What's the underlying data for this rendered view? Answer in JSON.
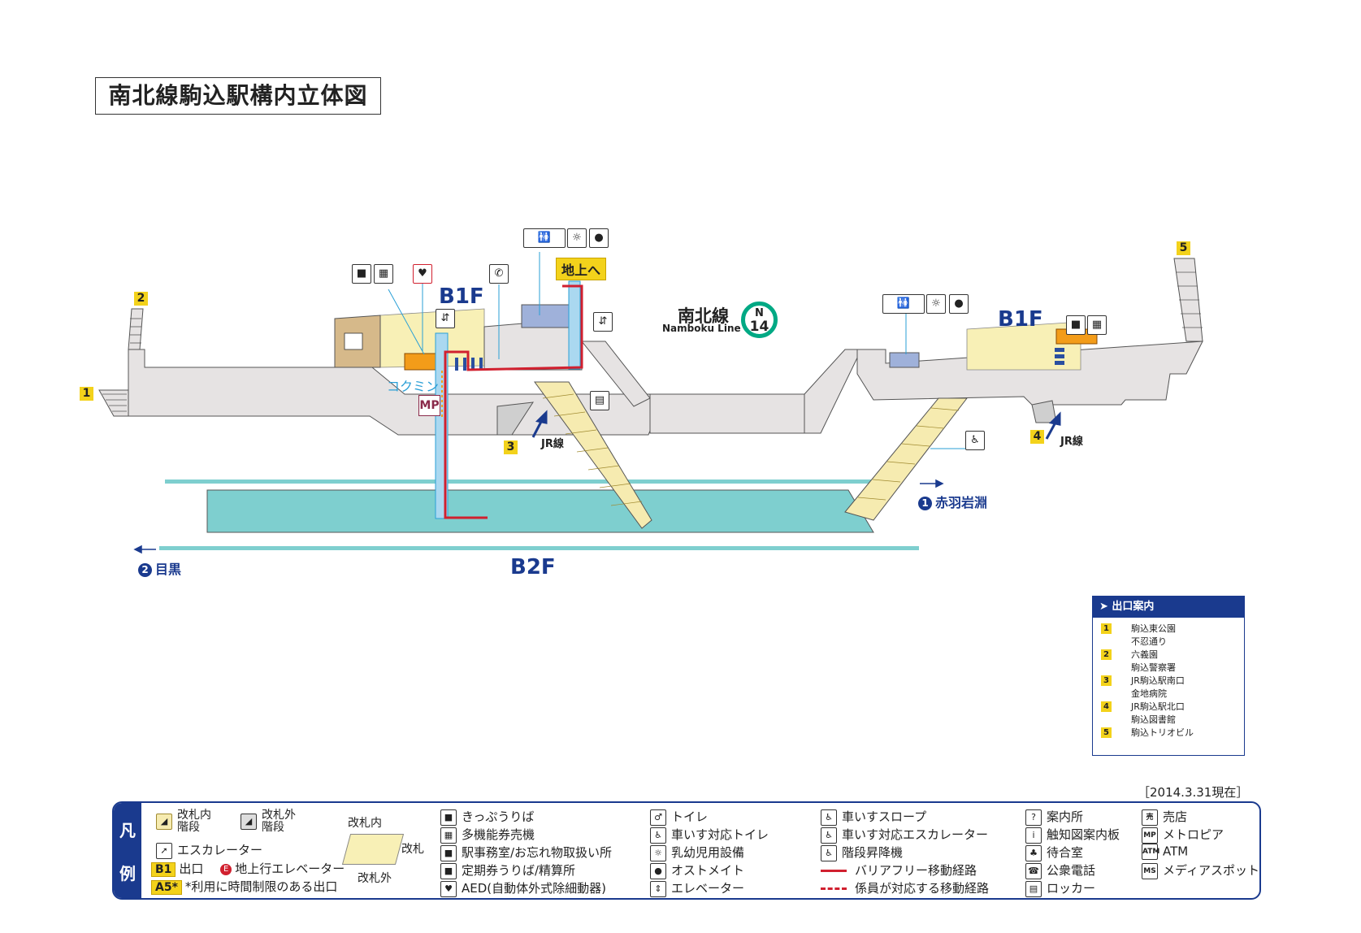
{
  "title": "南北線駒込駅構内立体図",
  "as_of": "［2014.3.31現在］",
  "line": {
    "name_ja": "南北線",
    "name_en": "Namboku Line",
    "code_letter": "N",
    "code_number": "14",
    "color": "#00a984"
  },
  "floors": {
    "b1f_left": "B1F",
    "b1f_right": "B1F",
    "b2f": "B2F"
  },
  "labels": {
    "to_ground": "地上へ",
    "cokumin": "コクミン",
    "mp": "MP",
    "jr_line_left": "JR線",
    "jr_line_right": "JR線"
  },
  "exits": [
    "1",
    "2",
    "3",
    "4",
    "5"
  ],
  "directions": {
    "toward_akabane": {
      "num": "1",
      "name": "赤羽岩淵"
    },
    "toward_meguro": {
      "num": "2",
      "name": "目黒"
    }
  },
  "exit_guide": {
    "header": "出口案内",
    "rows": [
      {
        "num": "1",
        "text": "駒込東公園"
      },
      {
        "num": "",
        "text": "不忍通り"
      },
      {
        "num": "2",
        "text": "六義園"
      },
      {
        "num": "",
        "text": "駒込警察署"
      },
      {
        "num": "3",
        "text": "JR駒込駅南口"
      },
      {
        "num": "",
        "text": "金地病院"
      },
      {
        "num": "4",
        "text": "JR駒込駅北口"
      },
      {
        "num": "",
        "text": "駒込図書館"
      },
      {
        "num": "5",
        "text": "駒込トリオビル"
      }
    ]
  },
  "legend": {
    "side_top": "凡",
    "side_bottom": "例",
    "stairs_inside": "改札内\n階段",
    "stairs_inside_l1": "改札内",
    "stairs_inside_l2": "階段",
    "stairs_outside_l1": "改札外",
    "stairs_outside_l2": "階段",
    "escalator": "エスカレーター",
    "exit_badge": "B1",
    "exit_text": "出口",
    "elevator_e": "E",
    "elevator_up": "地上行エレベーター",
    "timed_badge": "A5*",
    "timed_text": "*利用に時間制限のある出口",
    "gate_inside": "改札内",
    "gate": "改札",
    "gate_outside": "改札外",
    "col3": [
      "きっぷうりば",
      "多機能券売機",
      "駅事務室/お忘れ物取扱い所",
      "定期券うりば/精算所",
      "AED(自動体外式除細動器)"
    ],
    "col4": [
      "トイレ",
      "車いす対応トイレ",
      "乳幼児用設備",
      "オストメイト",
      "エレベーター"
    ],
    "col5": [
      "車いすスロープ",
      "車いす対応エスカレーター",
      "階段昇降機",
      "バリアフリー移動経路",
      "係員が対応する移動経路"
    ],
    "col6": [
      "案内所",
      "触知図案内板",
      "待合室",
      "公衆電話",
      "ロッカー"
    ],
    "col7": [
      "売店",
      "メトロピア",
      "ATM",
      "メディアスポット"
    ],
    "col7_icons": [
      "売",
      "MP",
      "ATM",
      "MS"
    ]
  },
  "colors": {
    "accent_blue": "#1a3a8e",
    "exit_yellow": "#f3d21b",
    "platform_teal": "#7ecfcf",
    "route_red": "#d1202f"
  }
}
